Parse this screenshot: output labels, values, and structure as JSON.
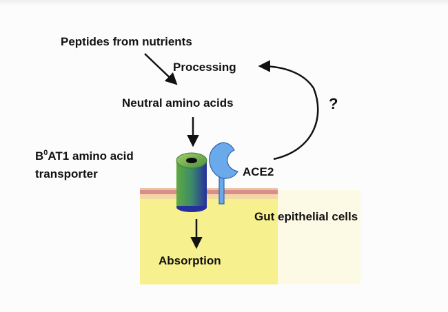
{
  "labels": {
    "peptides": "Peptides  from nutrients",
    "processing": "Processing",
    "neutral_amino_acids": "Neutral amino acids",
    "transporter_b": "B",
    "transporter_sup": "0",
    "transporter_rest": "AT1 amino acid",
    "transporter_line2": "transporter",
    "ace2": "ACE2",
    "question": "?",
    "gut_cells": "Gut epithelial cells",
    "absorption": "Absorption"
  },
  "colors": {
    "cytoplasm": "#f7f08e",
    "membrane_top": "#d98d8d",
    "membrane_bottom": "#f3d7a4",
    "cylinder_green": "#5eaa3f",
    "cylinder_blue": "#25309e",
    "ace2": "#6aa9ea",
    "ace2_stroke": "#2f63b0",
    "arrow": "#111111"
  },
  "icons": {
    "transporter": "cylinder-channel-icon",
    "ace2": "ace2-receptor-icon"
  }
}
